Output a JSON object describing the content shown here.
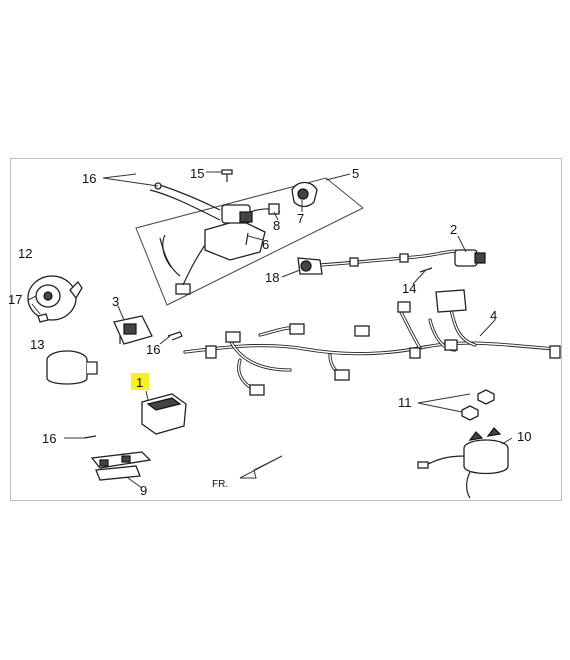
{
  "diagram": {
    "highlight_color": "#f7f023",
    "callouts": [
      {
        "id": "1",
        "text": "1"
      },
      {
        "id": "2",
        "text": "2"
      },
      {
        "id": "3",
        "text": "3"
      },
      {
        "id": "4",
        "text": "4"
      },
      {
        "id": "5",
        "text": "5"
      },
      {
        "id": "6",
        "text": "6"
      },
      {
        "id": "7",
        "text": "7"
      },
      {
        "id": "8",
        "text": "8"
      },
      {
        "id": "9",
        "text": "9"
      },
      {
        "id": "10",
        "text": "10"
      },
      {
        "id": "11",
        "text": "11"
      },
      {
        "id": "12",
        "text": "12"
      },
      {
        "id": "13",
        "text": "13"
      },
      {
        "id": "14",
        "text": "14"
      },
      {
        "id": "15",
        "text": "15"
      },
      {
        "id": "16a",
        "text": "16"
      },
      {
        "id": "16b",
        "text": "16"
      },
      {
        "id": "16c",
        "text": "16"
      },
      {
        "id": "17",
        "text": "17"
      },
      {
        "id": "18",
        "text": "18"
      }
    ],
    "direction_label": "FR."
  }
}
